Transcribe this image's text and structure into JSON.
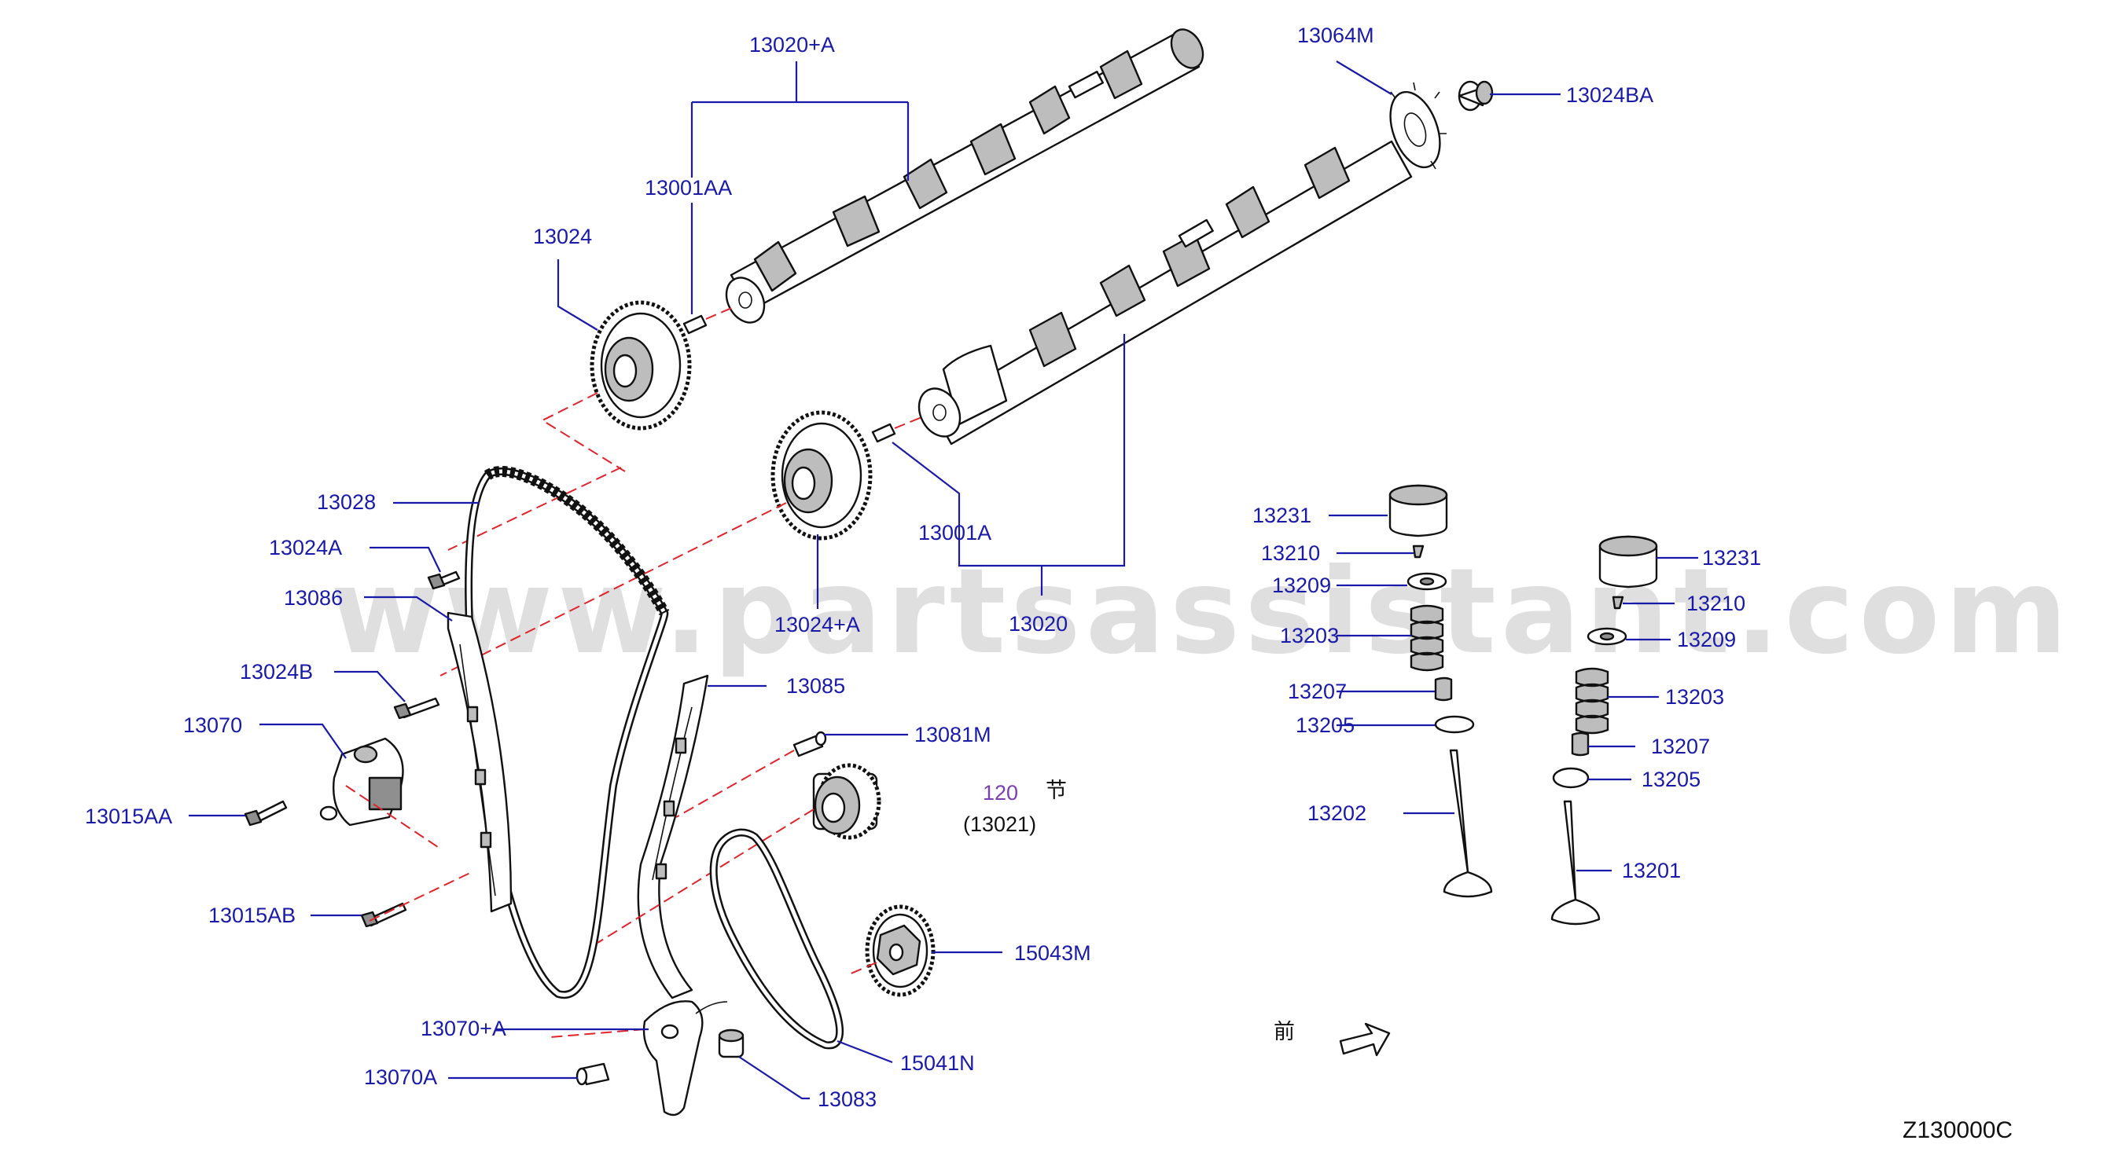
{
  "diagram": {
    "watermark": "www.partsassistant.com",
    "code": "Z130000C",
    "direction": "前",
    "section_ref": {
      "number": "120",
      "char": "节",
      "sub": "(13021)"
    },
    "labels": {
      "l_13020A": "13020+A",
      "l_13064M": "13064M",
      "l_13024BA": "13024BA",
      "l_13001AA": "13001AA",
      "l_13024": "13024",
      "l_13028": "13028",
      "l_13024A": "13024A",
      "l_13086": "13086",
      "l_13024B": "13024B",
      "l_13070": "13070",
      "l_13015AA": "13015AA",
      "l_13015AB": "13015AB",
      "l_13070A_plus": "13070+A",
      "l_13070A": "13070A",
      "l_13024A_plus": "13024+A",
      "l_13001A": "13001A",
      "l_13020": "13020",
      "l_13085": "13085",
      "l_13081M": "13081M",
      "l_15043M": "15043M",
      "l_15041N": "15041N",
      "l_13083": "13083",
      "l_13231_left": "13231",
      "l_13210_left": "13210",
      "l_13209_left": "13209",
      "l_13203_left": "13203",
      "l_13207_left": "13207",
      "l_13205_left": "13205",
      "l_13202": "13202",
      "l_13231_right": "13231",
      "l_13210_right": "13210",
      "l_13209_right": "13209",
      "l_13203_right": "13203",
      "l_13207_right": "13207",
      "l_13205_right": "13205",
      "l_13201": "13201"
    }
  }
}
